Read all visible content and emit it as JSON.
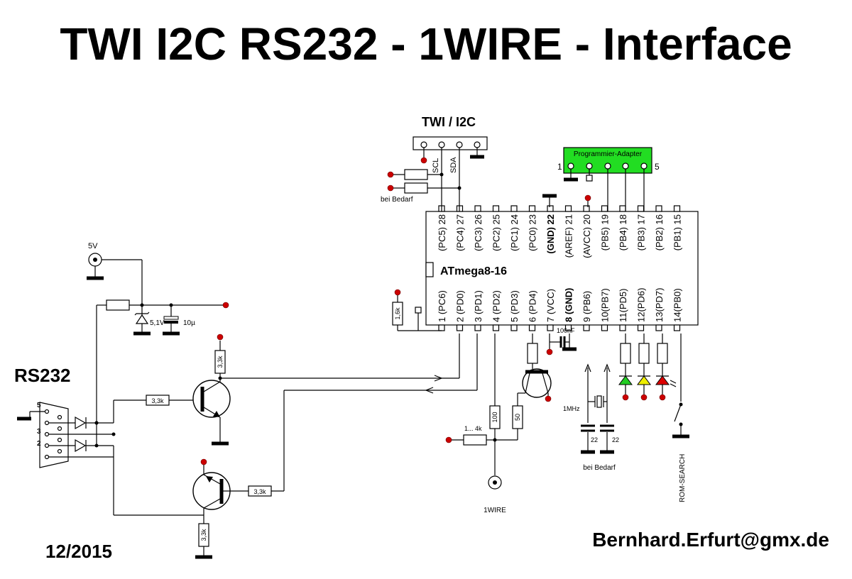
{
  "title": "TWI I2C RS232 - 1WIRE - Interface",
  "date": "12/2015",
  "email": "Bernhard.Erfurt@gmx.de",
  "twi": {
    "header_label": "TWI / I2C",
    "scl": "SCL",
    "sda": "SDA",
    "note": "bei Bedarf"
  },
  "programmer": {
    "label": "Programmier-Adapter",
    "pin_first": "1",
    "pin_last": "5"
  },
  "mcu": {
    "name": "ATmega8-16",
    "pins_top": [
      "(PC5) 28",
      "(PC4) 27",
      "(PC3) 26",
      "(PC2) 25",
      "(PC1) 24",
      "(PC0) 23",
      "(GND) 22",
      "(AREF) 21",
      "(AVCC) 20",
      "(PB5) 19",
      "(PB4) 18",
      "(PB3) 17",
      "(PB2) 16",
      "(PB1) 15"
    ],
    "pins_bottom": [
      "1 (PC6)",
      "2 (PD0)",
      "3 (PD1)",
      "4 (PD2)",
      "5 (PD3)",
      "6 (PD4)",
      "7 (VCC)",
      "8 (GND)",
      "9 (PB6)",
      "10(PB7)",
      "11(PD5)",
      "12(PD6)",
      "13(PD7)",
      "14(PB0)"
    ]
  },
  "power": {
    "label": "5V",
    "zener": "5,1V",
    "cap": "10µ"
  },
  "rs232": {
    "label": "RS232",
    "pin5": "5",
    "pin3": "3",
    "pin2": "2"
  },
  "resistors": {
    "reset": "1,6k",
    "tx_collector": "3,3k",
    "tx_base": "3,3k",
    "rx_base": "3,3k",
    "rx_emitter": "3,3k",
    "ow_base": "50",
    "ow_series": "100",
    "ow_pullup": "1... 4k"
  },
  "misc": {
    "cap_100n": "100nF",
    "crystal": "1MHz",
    "cap_22a": "22",
    "cap_22b": "22",
    "xtal_note": "bei Bedarf",
    "onewire": "1WIRE",
    "rom_search": "ROM-SEARCH"
  },
  "colors": {
    "programmer_fill": "#22dd22",
    "led1": "#22cc22",
    "led2": "#eeee00",
    "led3": "#dd0000",
    "dot": "#cc0000"
  }
}
